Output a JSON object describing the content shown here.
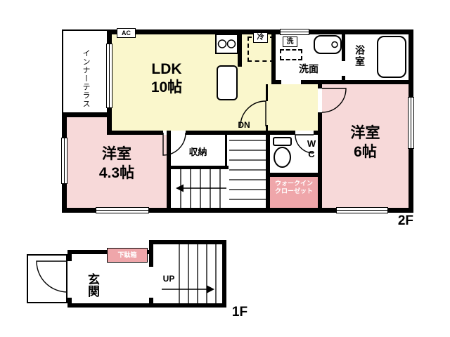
{
  "floor2": {
    "floor_label": "2F",
    "inner_terrace": "インナーテラス",
    "ac_unit": "AC",
    "ldk_name": "LDK",
    "ldk_size": "10帖",
    "fridge": "冷",
    "washer": "洗",
    "washroom": "洗面",
    "bathroom": "浴室",
    "bedroom6_name": "洋室",
    "bedroom6_size": "6帖",
    "bedroom43_name": "洋室",
    "bedroom43_size": "4.3帖",
    "storage": "収納",
    "stairs_down": "DN",
    "wc": "W\nC",
    "wic_line1": "ウォークイン",
    "wic_line2": "クローゼット"
  },
  "floor1": {
    "floor_label": "1F",
    "entrance": "玄関",
    "shoe_cabinet": "下駄箱",
    "stairs_up": "UP"
  },
  "colors": {
    "ldk_yellow": "#FAF7CC",
    "room_pink": "#F7D9D9",
    "closet_pink": "#EFA6AA",
    "wall_black": "#000000"
  }
}
